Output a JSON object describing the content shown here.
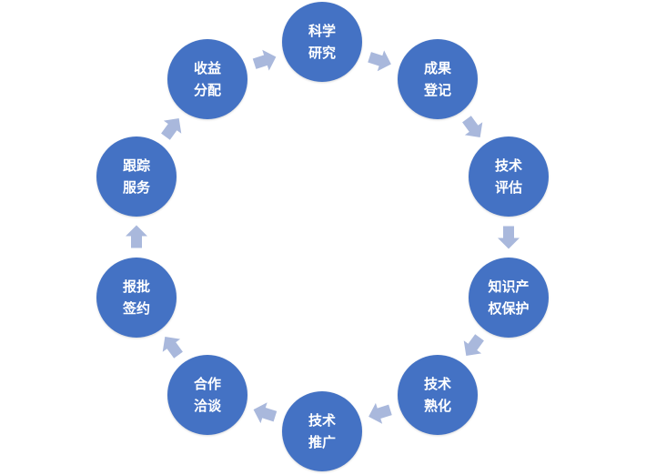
{
  "diagram": {
    "type": "cycle",
    "colors": {
      "node": "#4472C4",
      "arrow": "#A9B8DC",
      "text": "#FFFFFF"
    },
    "nodes": [
      {
        "id": "research",
        "lines": [
          "科学",
          "研究"
        ]
      },
      {
        "id": "register",
        "lines": [
          "成果",
          "登记"
        ]
      },
      {
        "id": "evaluate",
        "lines": [
          "技术",
          "评估"
        ]
      },
      {
        "id": "ip",
        "lines": [
          "知识产",
          "权保护"
        ]
      },
      {
        "id": "mature",
        "lines": [
          "技术",
          "熟化"
        ]
      },
      {
        "id": "promote",
        "lines": [
          "技术",
          "推广"
        ]
      },
      {
        "id": "negotiate",
        "lines": [
          "合作",
          "洽谈"
        ]
      },
      {
        "id": "sign",
        "lines": [
          "报批",
          "签约"
        ]
      },
      {
        "id": "tracking",
        "lines": [
          "跟踪",
          "服务"
        ]
      },
      {
        "id": "revenue",
        "lines": [
          "收益",
          "分配"
        ]
      }
    ]
  }
}
